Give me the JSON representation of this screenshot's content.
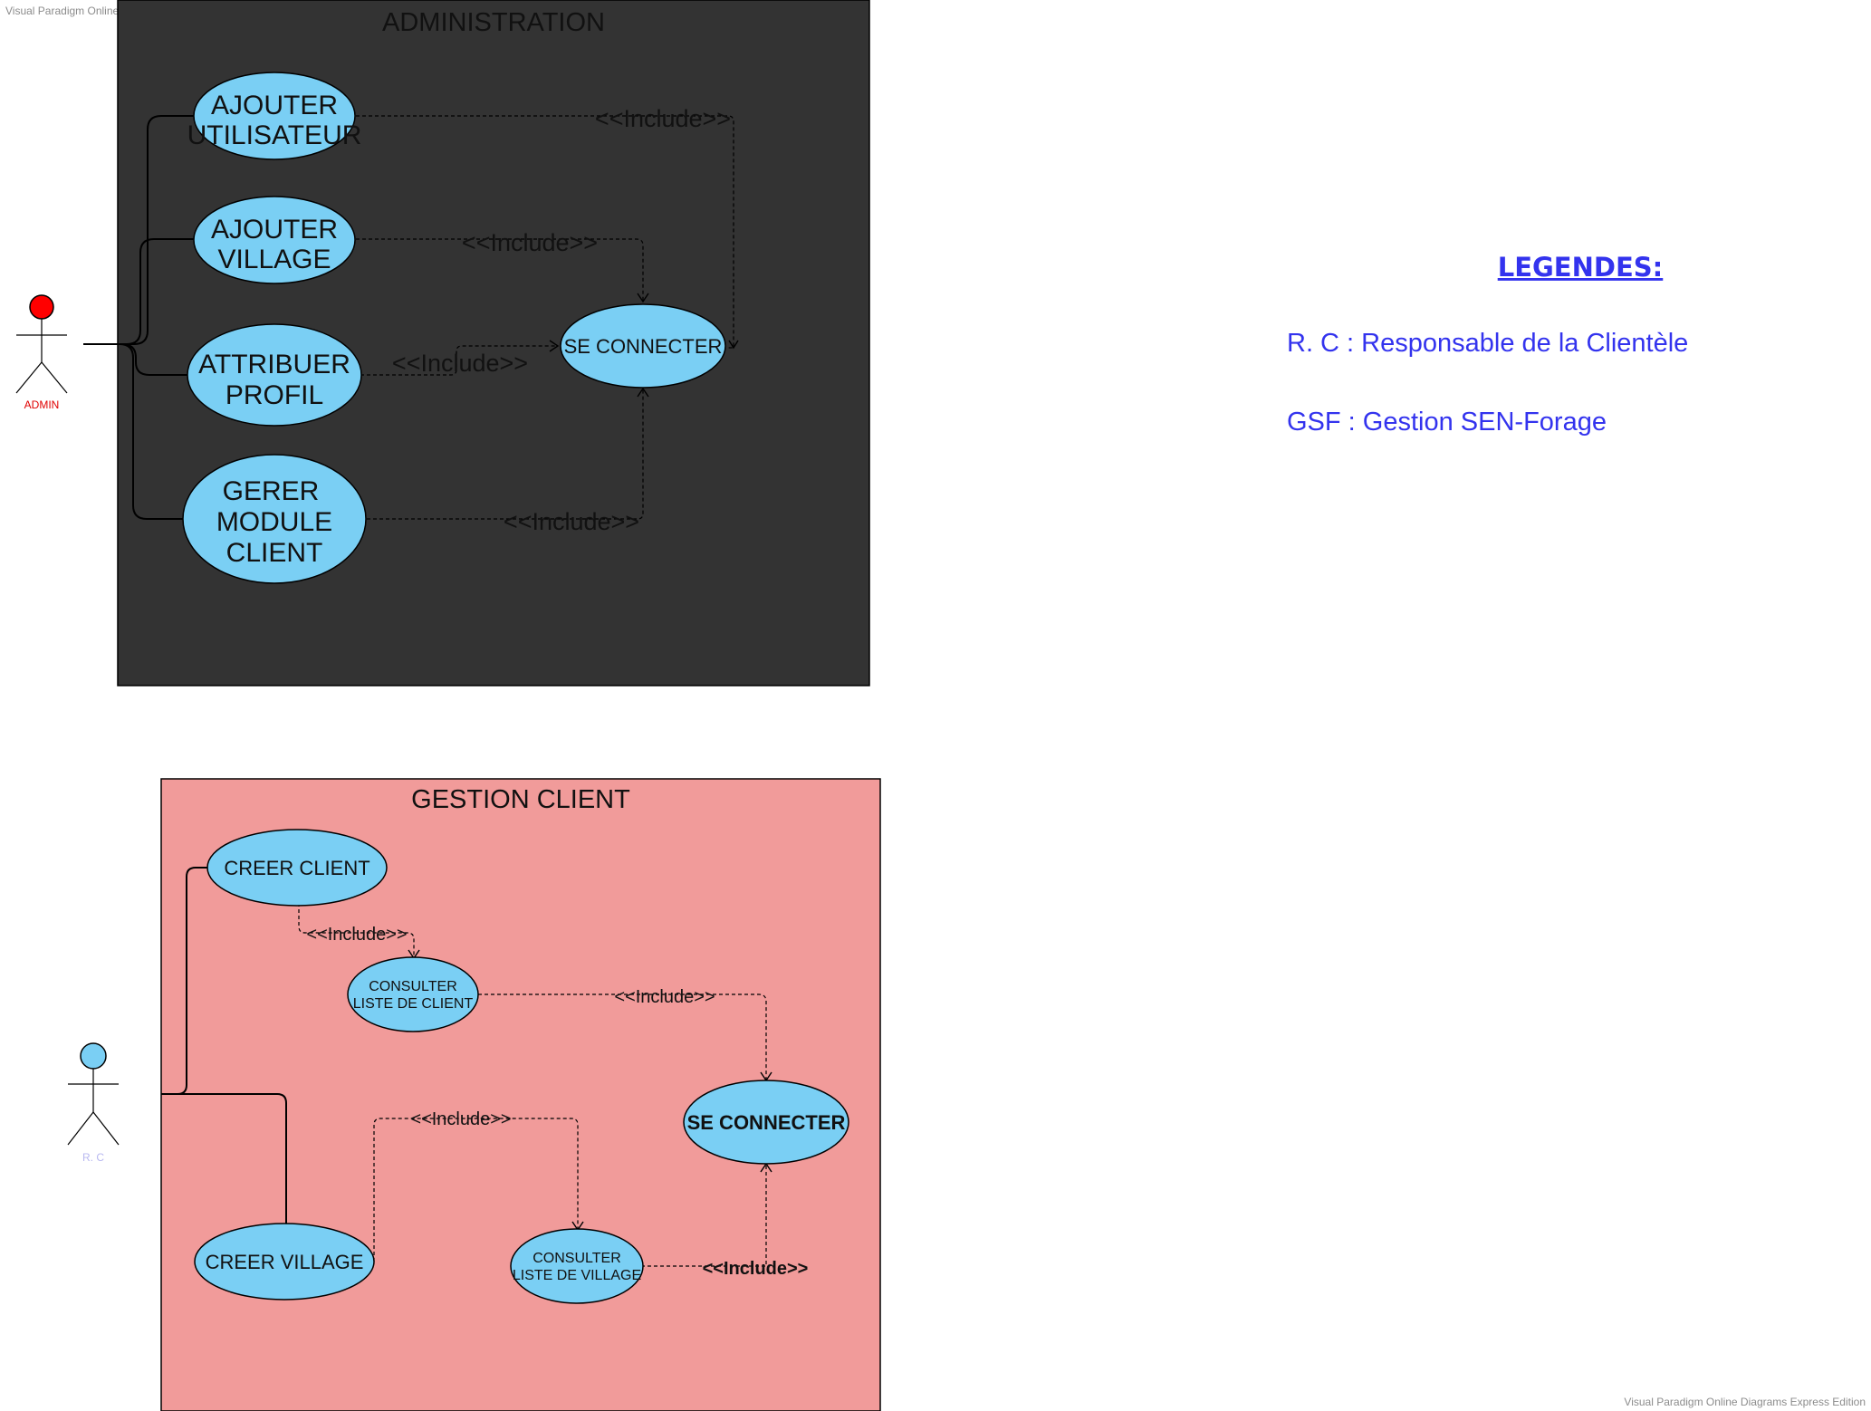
{
  "watermark": {
    "top_left": "Visual Paradigm Online Diagrams Express Edition",
    "bottom_right": "Visual Paradigm Online Diagrams Express Edition"
  },
  "colors": {
    "admin_frame": "#333333",
    "client_frame": "#f19b9a",
    "use_case": "#7acff4",
    "admin_actor_head": "#ff0000",
    "admin_actor_label": "#e00000",
    "rc_actor_head": "#7acff4",
    "rc_actor_label": "#b8b8f0",
    "legend": "#3333ee"
  },
  "admin": {
    "title": "ADMINISTRATION",
    "actor": "ADMIN",
    "use_cases": {
      "ajouter_utilisateur": [
        "AJOUTER",
        "UTILISATEUR"
      ],
      "ajouter_village": [
        "AJOUTER",
        "VILLAGE"
      ],
      "attribuer_profil": [
        "ATTRIBUER",
        "PROFIL"
      ],
      "gerer_module_client": [
        "GERER",
        "MODULE",
        "CLIENT"
      ],
      "se_connecter": "SE CONNECTER"
    },
    "include_label": "<<Include>>"
  },
  "client": {
    "title": "GESTION CLIENT",
    "actor": "R. C",
    "use_cases": {
      "creer_client": "CREER CLIENT",
      "consulter_liste_client": [
        "CONSULTER",
        "LISTE DE CLIENT"
      ],
      "se_connecter": "SE CONNECTER",
      "creer_village": "CREER VILLAGE",
      "consulter_liste_village": [
        "CONSULTER",
        "LISTE DE VILLAGE"
      ]
    },
    "include_label": "<<Include>>"
  },
  "legend": {
    "title": "LEGENDES:",
    "entries": [
      "R. C : Responsable de la Clientèle",
      "GSF : Gestion SEN-Forage"
    ]
  }
}
